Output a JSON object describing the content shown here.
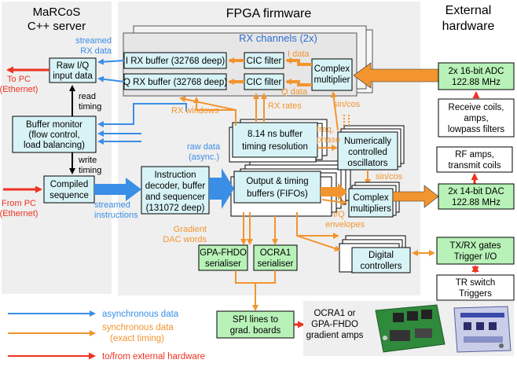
{
  "regions": {
    "server": [
      "MaRCoS",
      "C++ server"
    ],
    "fpga": "FPGA firmware",
    "external": [
      "External",
      "hardware"
    ]
  },
  "rx": {
    "title": "RX channels (2x)",
    "i_buffer": "I RX buffer (32768 deep)",
    "q_buffer": "Q RX buffer (32768 deep)",
    "cic": "CIC filter",
    "complex_mult": [
      "Complex",
      "multiplier"
    ],
    "i_data": "I data",
    "q_data": "Q data"
  },
  "server": {
    "raw_iq": [
      "Raw I/Q",
      "input data"
    ],
    "buffer_monitor": [
      "Buffer monitor",
      "(flow control,",
      "load balancing)"
    ],
    "compiled_sequence": [
      "Compiled",
      "sequence"
    ],
    "read_timing": [
      "read",
      "timing"
    ],
    "write_timing": [
      "write",
      "timing"
    ],
    "to_pc": [
      "To PC",
      "(Ethernet)"
    ],
    "from_pc": [
      "From PC",
      "(Ethernet)"
    ],
    "streamed_rx": [
      "streamed",
      "RX data"
    ],
    "streamed_instr": [
      "streamed",
      "instructions"
    ]
  },
  "fpga": {
    "sequencer": [
      "Instruction",
      "decoder, buffer",
      "and sequencer",
      "(131072 deep)"
    ],
    "timing_buffer": [
      "8.14 ns buffer",
      "timing resolution"
    ],
    "fifos": [
      "Output & timing",
      "buffers (FIFOs)"
    ],
    "nco": [
      "Numerically",
      "controlled",
      "oscillators"
    ],
    "complex_mults": [
      "Complex",
      "multipliers"
    ],
    "gpa_serialiser": [
      "GPA-FHDO",
      "serialiser"
    ],
    "ocra1_serialiser": [
      "OCRA1",
      "serialiser"
    ],
    "digital_controllers": [
      "Digital",
      "controllers"
    ],
    "rx_windows": "RX windows",
    "rx_rates": "RX rates",
    "sincos_top": "sin/cos",
    "sincos_mid": "sin/cos",
    "freq_phase": [
      "freq,",
      "phase"
    ],
    "raw_data": [
      "raw data",
      "(async.)"
    ],
    "gradient_words": [
      "Gradient",
      "DAC words"
    ],
    "iq_envelopes": [
      "I/Q",
      "envelopes"
    ]
  },
  "external": {
    "adc": [
      "2x 16-bit ADC",
      "122.88 MHz"
    ],
    "receive_coils": [
      "Receive coils,",
      "amps,",
      "lowpass filters"
    ],
    "rf_amps": [
      "RF amps,",
      "transmit coils"
    ],
    "dac": [
      "2x 14-bit DAC",
      "122.88 MHz"
    ],
    "txrx_gates": [
      "TX/RX gates",
      "Trigger I/O"
    ],
    "tr_switch": [
      "TR switch",
      "Triggers"
    ],
    "spi_lines": [
      "SPI lines to",
      "grad. boards"
    ],
    "gradient_amps": [
      "OCRA1 or",
      "GPA-FHDO",
      "gradient amps"
    ]
  },
  "legend": {
    "async": "asynchronous data",
    "sync": [
      "synchronous data",
      "(exact timing)"
    ],
    "external": "to/from external hardware"
  },
  "colors": {
    "async": "#3a8ee6",
    "sync": "#f2952f",
    "external": "#ee3322",
    "rx_text": "#2a6fd1",
    "blue_box": "#d8f3f6",
    "green_box": "#b8f2b8",
    "panel": "#efefef"
  }
}
